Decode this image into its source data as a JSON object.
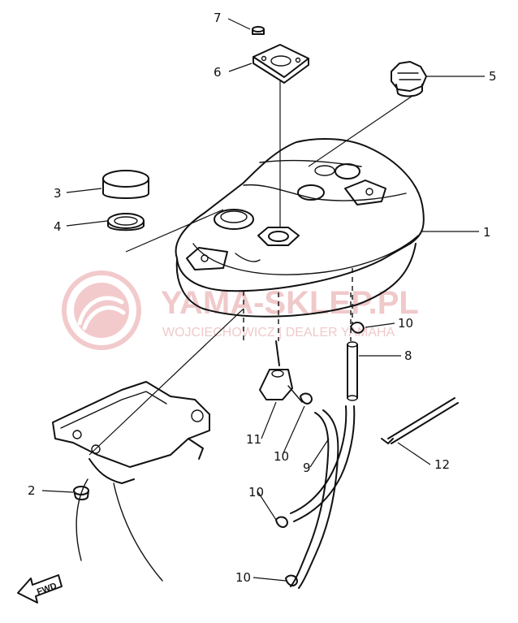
{
  "watermark": {
    "brand": "YAMA-SKLEP.PL",
    "dealer": "WOJCIECHOWICZ | DEALER YAMAHA",
    "logo_color": "#e8a0a4"
  },
  "direction_marker": {
    "text": "FWD"
  },
  "parts": [
    {
      "id": "1",
      "label": "1",
      "name": "fuel tank"
    },
    {
      "id": "2",
      "label": "2",
      "name": "damper"
    },
    {
      "id": "3",
      "label": "3",
      "name": "cap"
    },
    {
      "id": "4",
      "label": "4",
      "name": "gasket"
    },
    {
      "id": "5",
      "label": "5",
      "name": "fuel cap"
    },
    {
      "id": "6",
      "label": "6",
      "name": "gauge plate"
    },
    {
      "id": "7",
      "label": "7",
      "name": "screw"
    },
    {
      "id": "8",
      "label": "8",
      "name": "hose"
    },
    {
      "id": "9",
      "label": "9",
      "name": "hose"
    },
    {
      "id": "10a",
      "label": "10",
      "name": "clip"
    },
    {
      "id": "10b",
      "label": "10",
      "name": "clip"
    },
    {
      "id": "10c",
      "label": "10",
      "name": "clip"
    },
    {
      "id": "10d",
      "label": "10",
      "name": "clip"
    },
    {
      "id": "11",
      "label": "11",
      "name": "fuel cock"
    },
    {
      "id": "12",
      "label": "12",
      "name": "band"
    }
  ]
}
